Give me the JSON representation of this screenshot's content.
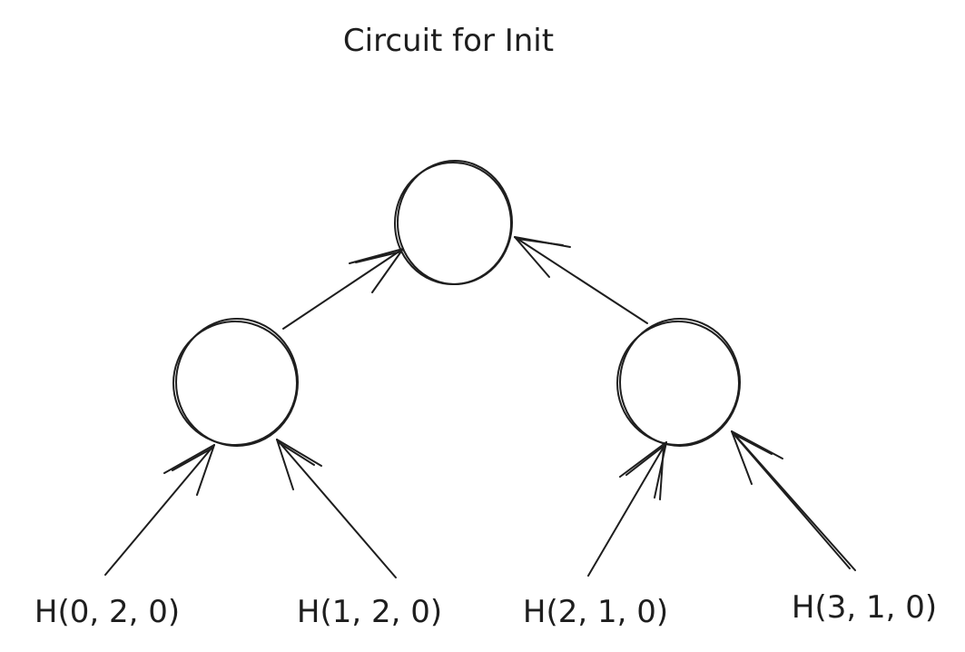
{
  "title": "Circuit for Init",
  "leaves": [
    {
      "label": "H(0, 2, 0)"
    },
    {
      "label": "H(1, 2, 0)"
    },
    {
      "label": "H(2, 1, 0)"
    },
    {
      "label": "H(3, 1, 0)"
    }
  ],
  "colors": {
    "stroke": "#1e1e1e",
    "background": "#ffffff"
  }
}
